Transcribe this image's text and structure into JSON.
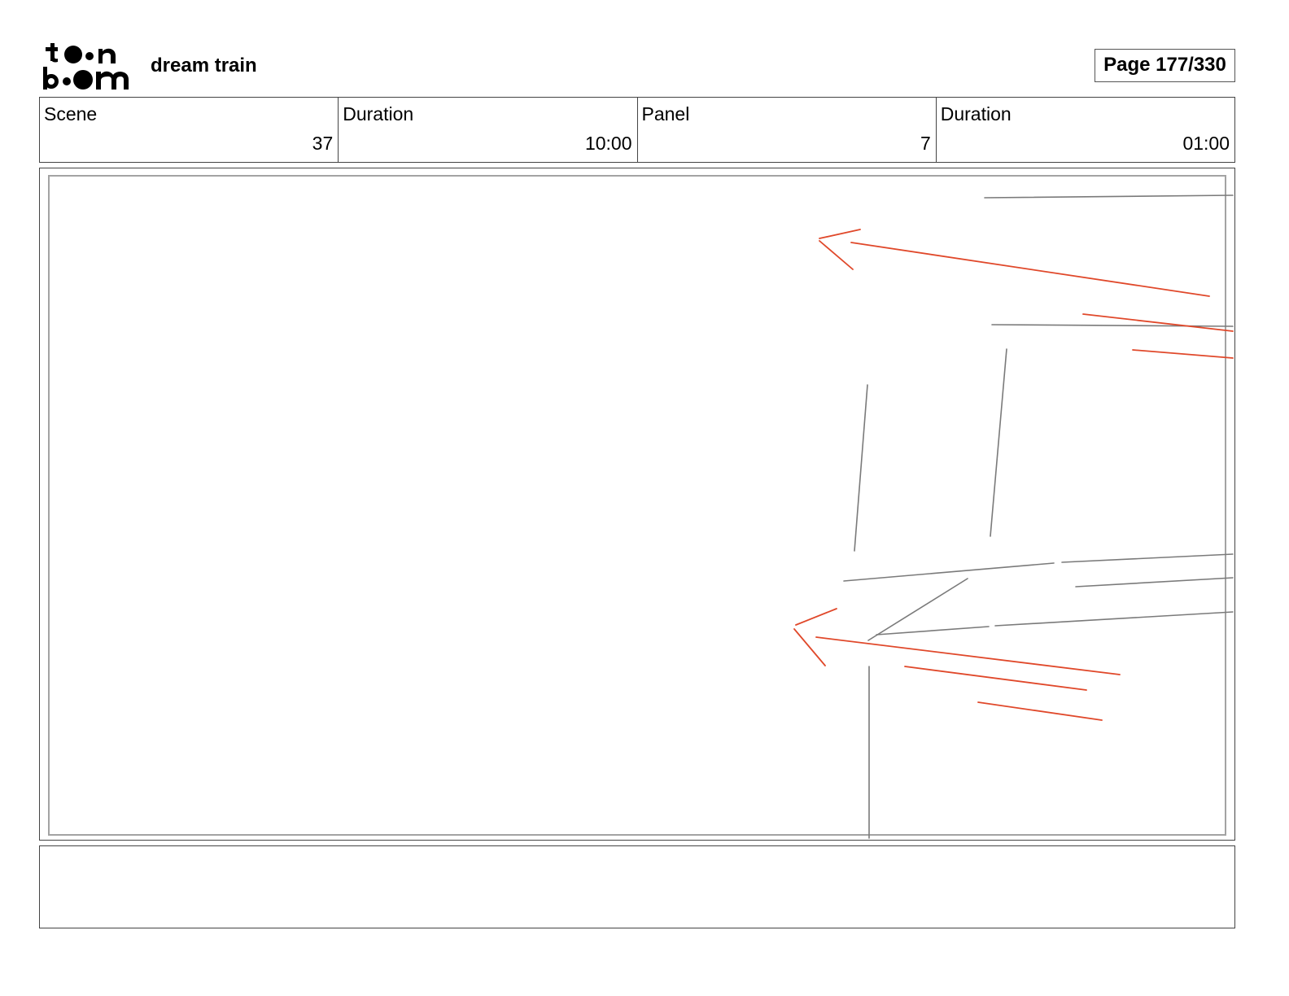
{
  "header": {
    "logo_name": "toonboom-logo",
    "project_title": "dream train",
    "page_indicator": "Page 177/330"
  },
  "info": [
    {
      "label": "Scene",
      "value": "37"
    },
    {
      "label": "Duration",
      "value": "10:00"
    },
    {
      "label": "Panel",
      "value": "7"
    },
    {
      "label": "Duration",
      "value": "01:00"
    }
  ],
  "panel": {
    "sketch_colors": {
      "pencil": "#7a7a7a",
      "arrow": "#e0482a"
    }
  },
  "notes": {
    "text": ""
  }
}
